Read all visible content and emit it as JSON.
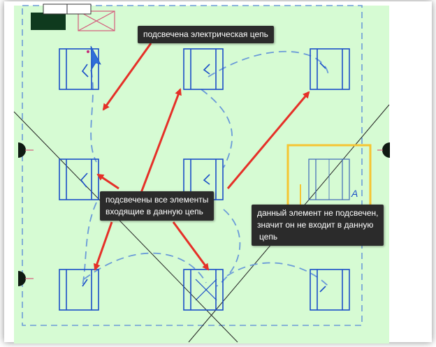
{
  "callouts": {
    "circuit_highlighted": "подсвечена электрическая цепь",
    "elements_highlighted": {
      "line1": "подсвечены все элементы",
      "line2": "входящие в данную цепь"
    },
    "element_not_highlighted": {
      "line1": "данный элемент не подсвечен,",
      "line2": "значит он не входит в данную",
      "line3": "цепь"
    }
  },
  "fixture_label": "A",
  "colors": {
    "room_fill": "#d6fbd3",
    "fixture_blue": "#1a4ec8",
    "circuit_dash": "#6a9ad8",
    "arrow_red": "#e53028",
    "highlight_yellow": "#f5c533",
    "callout_bg": "#2b2b2b"
  },
  "icons": [
    "dark-panel-icon",
    "crossed-box-icon",
    "wall-socket-icon",
    "cursor-icon"
  ]
}
